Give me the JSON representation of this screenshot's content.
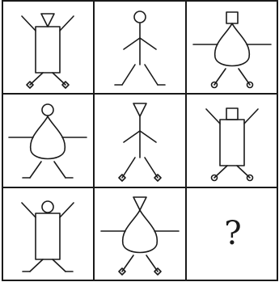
{
  "puzzle": {
    "rows": 3,
    "cols": 3,
    "cells": [
      {
        "head": "triangle",
        "body": "rectangle",
        "arms": "raised",
        "feet": "diamond"
      },
      {
        "head": "circle",
        "body": "stick",
        "arms": "angled",
        "feet": "none"
      },
      {
        "head": "square",
        "body": "drop",
        "arms": "horizontal",
        "feet": "circle"
      },
      {
        "head": "circle",
        "body": "drop",
        "arms": "horizontal",
        "feet": "none"
      },
      {
        "head": "triangle",
        "body": "stick",
        "arms": "angled",
        "feet": "diamond"
      },
      {
        "head": "square",
        "body": "rectangle",
        "arms": "raised",
        "feet": "circle"
      },
      {
        "head": "circle",
        "body": "rectangle",
        "arms": "raised",
        "feet": "none"
      },
      {
        "head": "triangle",
        "body": "drop",
        "arms": "horizontal",
        "feet": "diamond"
      },
      {
        "head": "unknown",
        "body": "unknown",
        "arms": "unknown",
        "feet": "unknown"
      }
    ],
    "question_mark": "?"
  }
}
